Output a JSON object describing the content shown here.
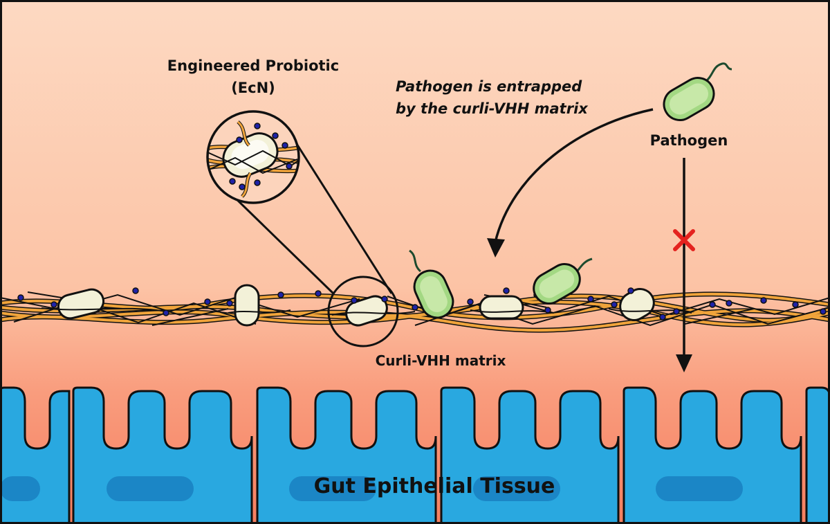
{
  "labels": {
    "probiotic_line1": "Engineered Probiotic",
    "probiotic_line2": "(EcN)",
    "entrap_line1": "Pathogen is entrapped",
    "entrap_line2": "by the curli-VHH matrix",
    "pathogen": "Pathogen",
    "matrix": "Curli-VHH matrix",
    "tissue": "Gut Epithelial Tissue"
  },
  "colors": {
    "lumen_top": "#fdd8c0",
    "lumen_bottom": "#fbb594",
    "mucus": "#f67f60",
    "epithelium": "#29a8e0",
    "nucleus": "#1b86c6",
    "pathogen_fill": "#a3d883",
    "probiotic_fill": "#f3f1d8",
    "fiber_orange": "#f0a43b",
    "vhh_blue": "#1e22a8",
    "block_mark": "#e4221e"
  },
  "icons": [
    "pathogen-icon",
    "probiotic-icon",
    "block-x-icon",
    "zoom-magnifier-icon"
  ]
}
